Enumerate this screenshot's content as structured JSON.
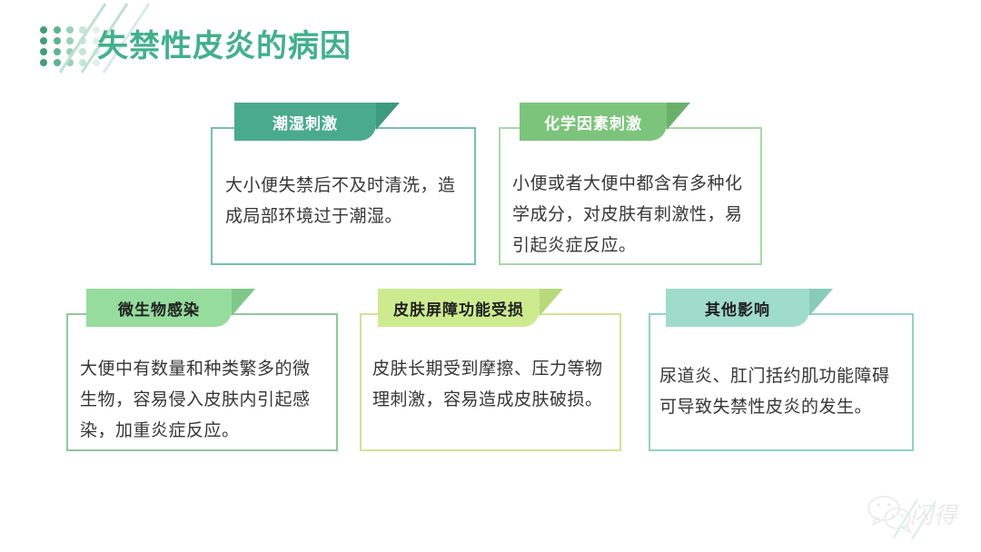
{
  "header": {
    "title": "失禁性皮炎的病因",
    "title_color": "#42b08c",
    "decor": {
      "dot_grid_icon": "dot-grid",
      "diagonal_lines_icon": "diagonal-lines"
    }
  },
  "cards": [
    {
      "id": "card1",
      "title": "潮湿刺激",
      "body": "大小便失禁后不及时清洗，造成局部环境过于潮湿。",
      "tab_color": "#4aab8c",
      "tab_text_color": "#ffffff",
      "border_color": "#74c2a9"
    },
    {
      "id": "card2",
      "title": "化学因素刺激",
      "body": "小便或者大便中都含有多种化学成分，对皮肤有刺激性，易引起炎症反应。",
      "tab_color": "#7cc47c",
      "tab_text_color": "#ffffff",
      "border_color": "#a8d8a5"
    },
    {
      "id": "card3",
      "title": "微生物感染",
      "body": "大便中有数量和种类繁多的微生物，容易侵入皮肤内引起感染，加重炎症反应。",
      "tab_color": "#95dc9d",
      "tab_text_color": "#1f1f1f",
      "border_color": "#8dc99b"
    },
    {
      "id": "card4",
      "title": "皮肤屏障功能受损",
      "body": "皮肤长期受到摩擦、压力等物理刺激，容易造成皮肤破损。",
      "tab_color": "#cdeb8e",
      "tab_text_color": "#1f1f1f",
      "border_color": "#cfe492"
    },
    {
      "id": "card5",
      "title": "其他影响",
      "body": "尿道炎、肛门括约肌功能障碍可导致失禁性皮炎的发生。",
      "tab_color": "#9fdcca",
      "tab_text_color": "#1f1f1f",
      "border_color": "#93d2c6"
    }
  ],
  "watermark": {
    "text": "闪得",
    "icon": "wechat-icon"
  }
}
